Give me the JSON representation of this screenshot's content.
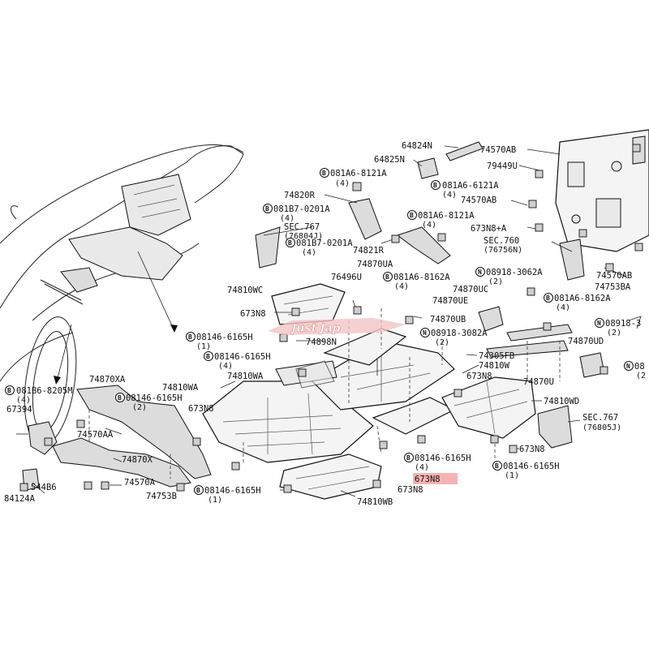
{
  "highlight_color": "#f3a7a7",
  "watermark": "Just Jap",
  "labels": {
    "p64824N": "64824N",
    "p74570AB_top": "74570AB",
    "p79449U": "79449U",
    "p64825N": "64825N",
    "p081A6_8121A_a": "081A6-8121A",
    "p081A6_8121A_a_qty": "(4)",
    "p081A6_6121A": "081A6-6121A",
    "p081A6_6121A_qty": "(4)",
    "p74820R": "74820R",
    "p74570AB_mid": "74570AB",
    "p081B7_0201A_a": "081B7-0201A",
    "p081B7_0201A_a_qty": "(4)",
    "p081A6_8121A_b": "081A6-8121A",
    "p081A6_8121A_b_qty": "(4)",
    "p673N8_A": "673N8+A",
    "sec767_a": "SEC.767",
    "sec767_a_ref": "(76804J)",
    "p081B7_0201A_b": "081B7-0201A",
    "p081B7_0201A_b_qty": "(4)",
    "p74821R": "74821R",
    "sec760": "SEC.760",
    "sec760_ref": "(76756N)",
    "p74570AB_right": "74570AB",
    "p74753BA": "74753BA",
    "p74870UA": "74870UA",
    "p76496U": "76496U",
    "p081A6_8162A_a": "081A6-8162A",
    "p081A6_8162A_a_qty": "(4)",
    "p08918_3062A": "08918-3062A",
    "p08918_3062A_qty": "(2)",
    "p74810WC": "74810WC",
    "p74870UC": "74870UC",
    "p081A6_8162A_b": "081A6-8162A",
    "p081A6_8162A_b_qty": "(4)",
    "p74870UE": "74870UE",
    "p08918_3_right": "08918-3",
    "p08918_3_right_qty": "(2)",
    "p673N8_a": "673N8",
    "p74870UB": "74870UB",
    "p08918_3082A": "08918-3082A",
    "p08918_3082A_qty": "(2)",
    "p74870UD": "74870UD",
    "p08146_6165H_a": "08146-6165H",
    "p08146_6165H_a_qty": "(1)",
    "p74898N": "74898N",
    "p74305FB": "74305FB",
    "p08146_6165H_b": "08146-6165H",
    "p08146_6165H_b_qty": "(4)",
    "p74810W": "74810W",
    "p08_right": "08",
    "p08_right_qty": "(2",
    "p74810WA_a": "74810WA",
    "p673N8_b": "673N8",
    "p74870U": "74870U",
    "p74870XA": "74870XA",
    "p74810WA_b": "74810WA",
    "p74810WD": "74810WD",
    "p081B6_8205M": "081B6-8205M",
    "p081B6_8205M_qty": "(4)",
    "p08146_6165H_c": "08146-6165H",
    "p08146_6165H_c_qty": "(2)",
    "p673N8_c": "673N8",
    "p67394": "67394",
    "sec767_b": "SEC.767",
    "sec767_b_ref": "(76805J)",
    "p74570AA": "74570AA",
    "p673N8_d": "673N8",
    "p08146_6165H_d": "08146-6165H",
    "p08146_6165H_d_qty": "(4)",
    "p74870X": "74870X",
    "p08146_6165H_e": "08146-6165H",
    "p08146_6165H_e_qty": "(1)",
    "p673N8_highlight": "673N8",
    "p54486": "544B6",
    "p74570A": "74570A",
    "p673N8_e": "673N8",
    "p08146_6165H_f": "08146-6165H",
    "p08146_6165H_f_qty": "(1)",
    "p84124A": "84124A",
    "p74753B": "74753B",
    "p74810WB": "74810WB"
  },
  "bolt_mark": "B",
  "n_mark": "N"
}
